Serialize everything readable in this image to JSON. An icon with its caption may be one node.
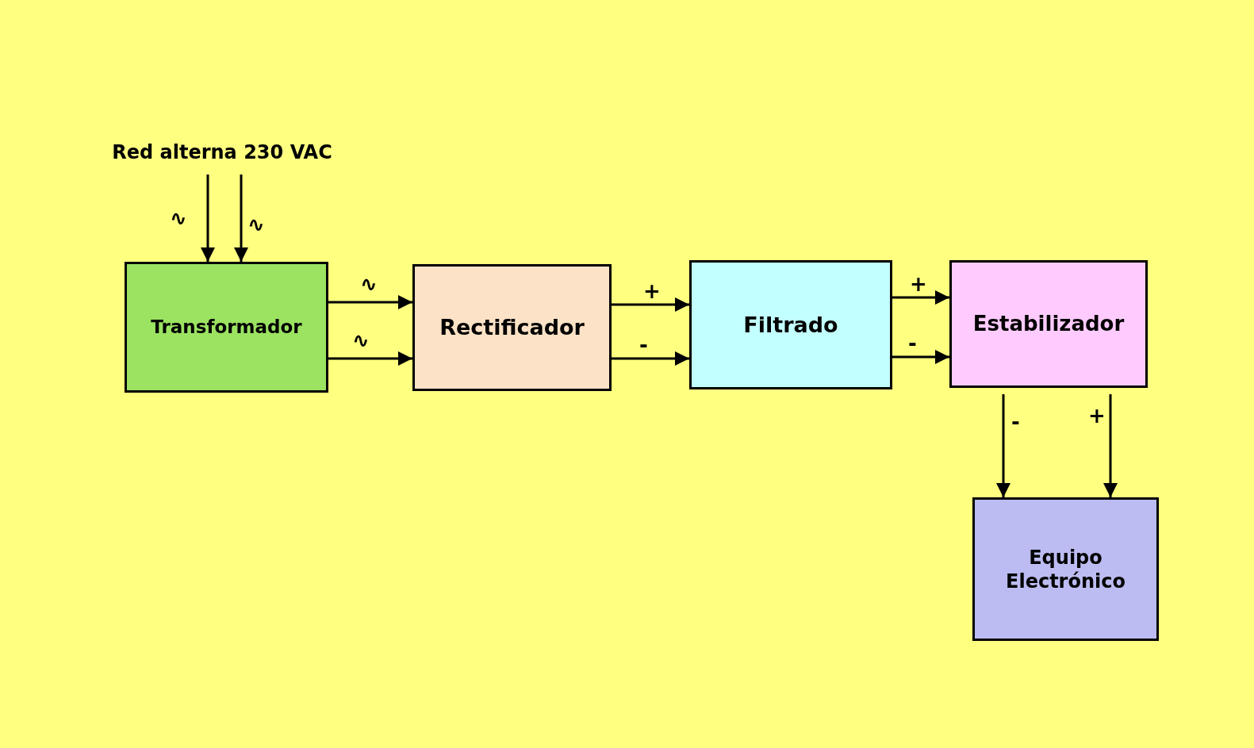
{
  "diagram": {
    "nodes": [
      {
        "text": [
          "Red alterna 230 VAC"
        ]
      },
      {
        "text": [
          "Transformador"
        ]
      },
      {
        "text": [
          "Rectificador"
        ]
      },
      {
        "text": [
          "Filtrado"
        ]
      },
      {
        "text": [
          "Estabilizador"
        ]
      },
      {
        "text": [
          "Equipo Electrónico"
        ]
      }
    ],
    "edges": [
      {
        "from": 0,
        "to": 1,
        "arrow": "to",
        "label": "∿"
      },
      {
        "from": 0,
        "to": 1,
        "arrow": "to",
        "label": "∿"
      },
      {
        "from": 1,
        "to": 2,
        "arrow": "to",
        "label": "∿"
      },
      {
        "from": 1,
        "to": 2,
        "arrow": "to",
        "label": "∿"
      },
      {
        "from": 2,
        "to": 3,
        "arrow": "to",
        "label": "+"
      },
      {
        "from": 2,
        "to": 3,
        "arrow": "to",
        "label": "-"
      },
      {
        "from": 3,
        "to": 4,
        "arrow": "to",
        "label": "+"
      },
      {
        "from": 3,
        "to": 4,
        "arrow": "to",
        "label": "-"
      },
      {
        "from": 4,
        "to": 5,
        "arrow": "to",
        "label": "-"
      },
      {
        "from": 4,
        "to": 5,
        "arrow": "to",
        "label": "+"
      }
    ]
  }
}
